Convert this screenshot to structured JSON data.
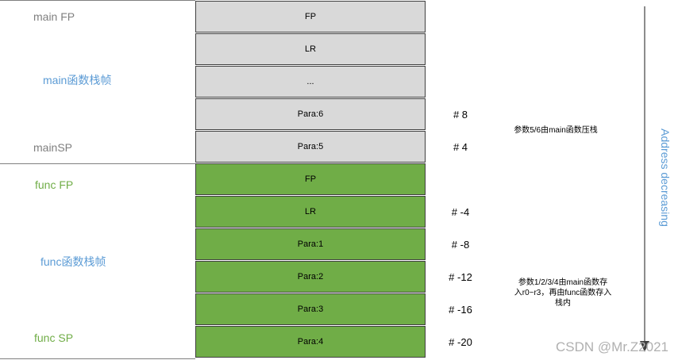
{
  "labels": {
    "main_fp": "main FP",
    "main_frame": "main函数栈帧",
    "main_sp": "mainSP",
    "func_fp": "func FP",
    "func_frame": "func函数栈帧",
    "func_sp": "func SP"
  },
  "stack": [
    {
      "text": "FP",
      "frame": "main"
    },
    {
      "text": "LR",
      "frame": "main"
    },
    {
      "text": "...",
      "frame": "main"
    },
    {
      "text": "Para:6",
      "frame": "main",
      "offset": "# 8"
    },
    {
      "text": "Para:5",
      "frame": "main",
      "offset": "# 4"
    },
    {
      "text": "FP",
      "frame": "func"
    },
    {
      "text": "LR",
      "frame": "func",
      "offset": "# -4"
    },
    {
      "text": "Para:1",
      "frame": "func",
      "offset": "# -8"
    },
    {
      "text": "Para:2",
      "frame": "func",
      "offset": "# -12"
    },
    {
      "text": "Para:3",
      "frame": "func",
      "offset": "# -16"
    },
    {
      "text": "Para:4",
      "frame": "func",
      "offset": "# -20"
    }
  ],
  "notes": {
    "main_note": "参数5/6由main函数压栈",
    "func_note_1": "参数1/2/3/4由main函数存",
    "func_note_2": "入r0~r3，再由func函数存入",
    "func_note_3": "栈内"
  },
  "arrow_label": "Address decreasing",
  "watermark": "CSDN @Mr.Z2021",
  "colors": {
    "main_cell": "#d9d9d9",
    "func_cell": "#70ad47",
    "label_blue": "#5b9bd5",
    "label_green": "#70ad47"
  }
}
